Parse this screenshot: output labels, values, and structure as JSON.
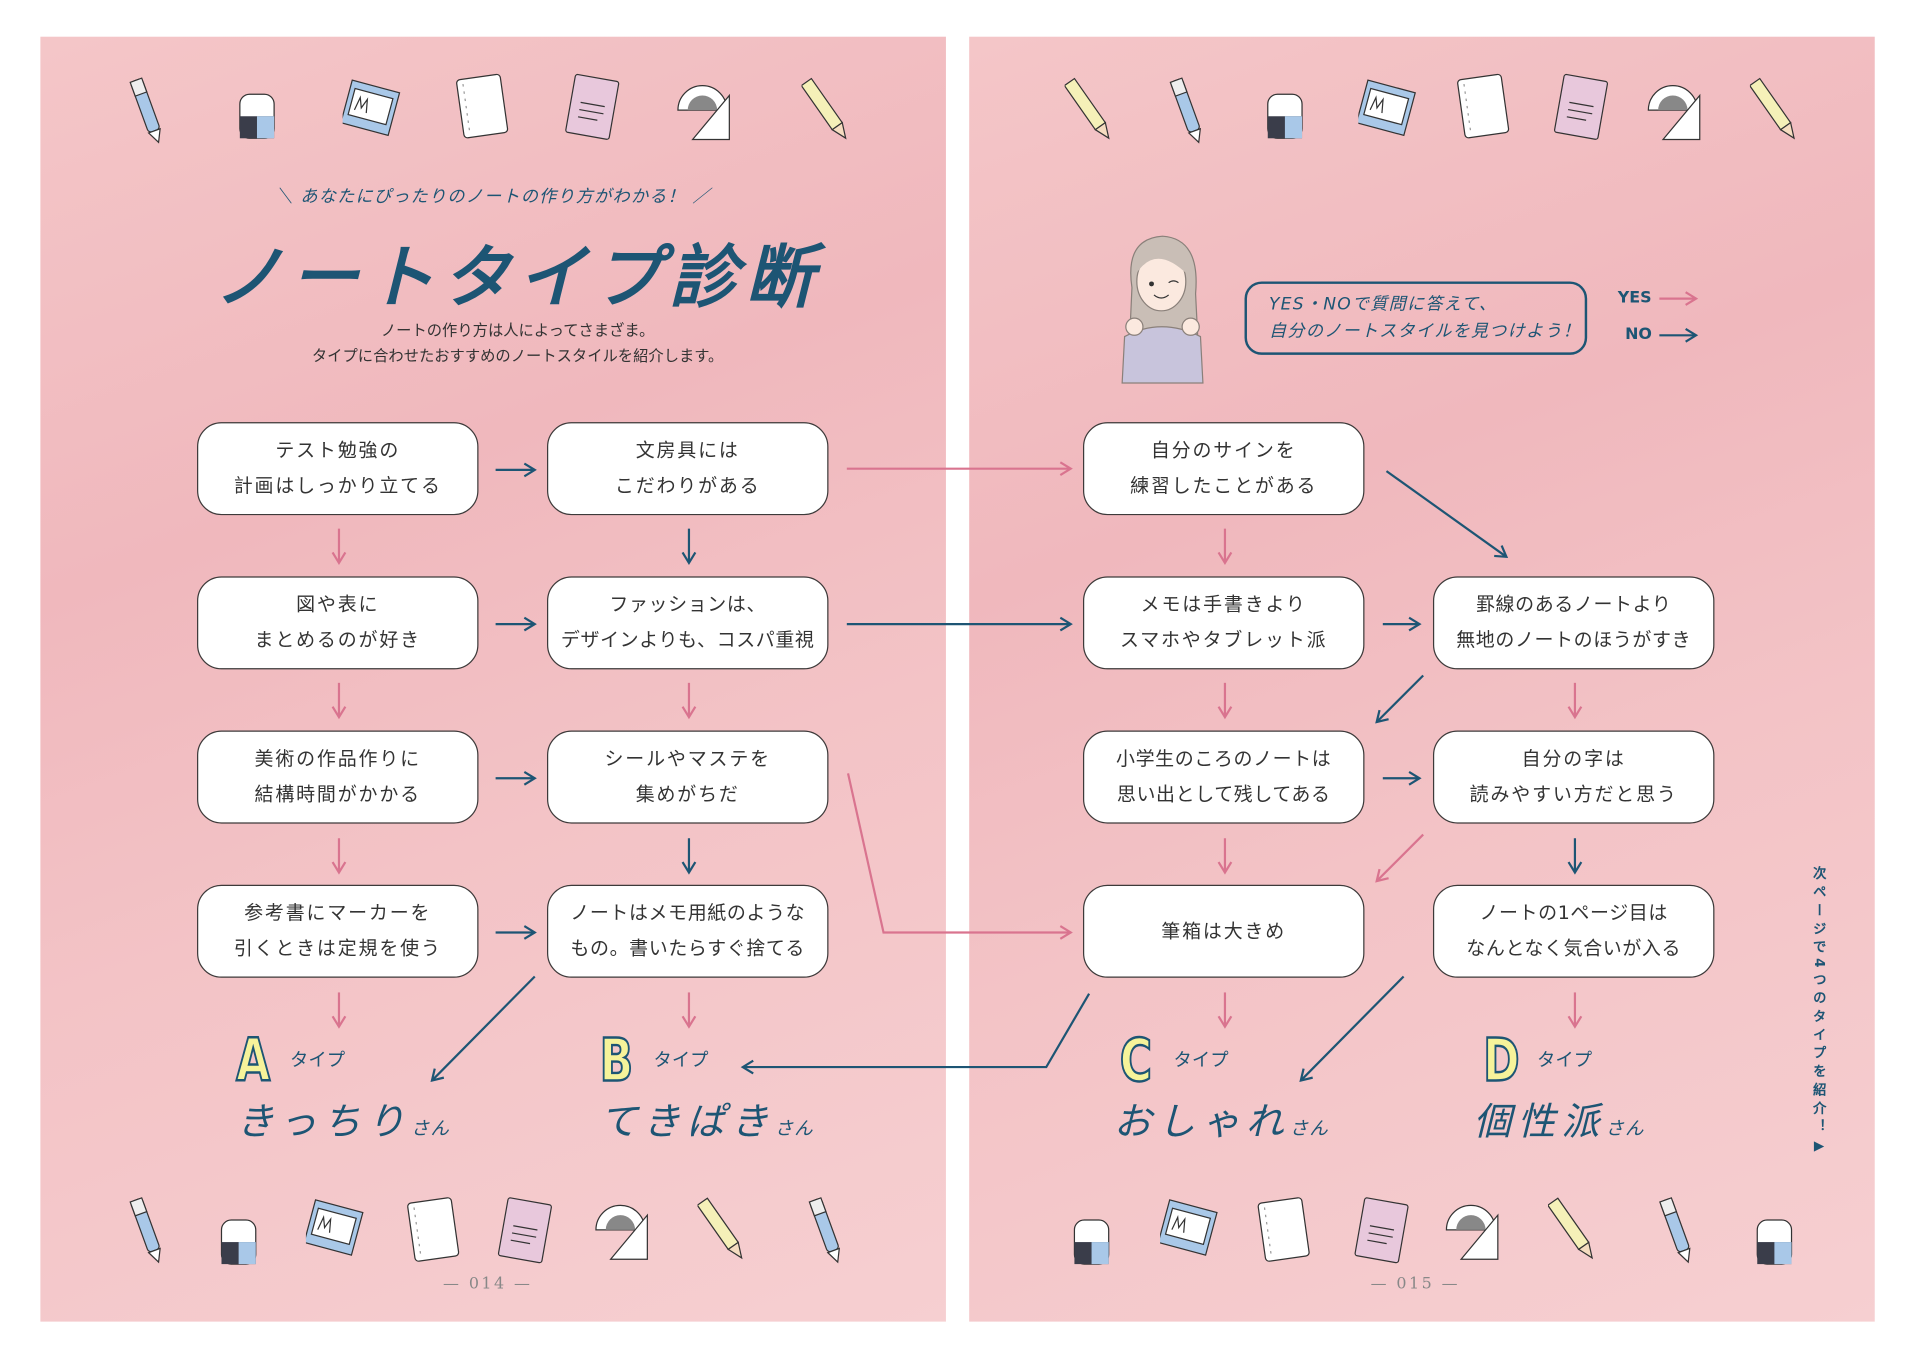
{
  "header": {
    "subtitle": "＼ あなたにぴったりのノートの作り方がわかる！ ／",
    "title": "ノートタイプ診断",
    "description": [
      "ノートの作り方は人によってさまざま。",
      "タイプに合わせたおすすめのノートスタイルを紹介します。"
    ]
  },
  "instructions": {
    "bubble": [
      "YES・NOで質問に答えて、",
      "自分のノートスタイルを見つけよう！"
    ],
    "yes_label": "YES",
    "no_label": "NO"
  },
  "questions": {
    "left_col1": [
      [
        "テスト勉強の",
        "計画はしっかり立てる"
      ],
      [
        "図や表に",
        "まとめるのが好き"
      ],
      [
        "美術の作品作りに",
        "結構時間がかかる"
      ],
      [
        "参考書にマーカーを",
        "引くときは定規を使う"
      ]
    ],
    "left_col2": [
      [
        "文房具には",
        "こだわりがある"
      ],
      [
        "ファッションは、",
        "デザインよりも、コスパ重視"
      ],
      [
        "シールやマステを",
        "集めがちだ"
      ],
      [
        "ノートはメモ用紙のような",
        "もの。書いたらすぐ捨てる"
      ]
    ],
    "right_col1": [
      [
        "自分のサインを",
        "練習したことがある"
      ],
      [
        "メモは手書きより",
        "スマホやタブレット派"
      ],
      [
        "小学生のころのノートは",
        "思い出として残してある"
      ],
      [
        "筆箱は大きめ"
      ]
    ],
    "right_col2": [
      [
        "罫線のあるノートより",
        "無地のノートのほうがすき"
      ],
      [
        "自分の字は",
        "読みやすい方だと思う"
      ],
      [
        "ノートの1ページ目は",
        "なんとなく気合いが入る"
      ]
    ]
  },
  "results": [
    {
      "letter": "A",
      "type": "タイプ",
      "name": "きっちり",
      "suffix": "さん"
    },
    {
      "letter": "B",
      "type": "タイプ",
      "name": "てきぱき",
      "suffix": "さん"
    },
    {
      "letter": "C",
      "type": "タイプ",
      "name": "おしゃれ",
      "suffix": "さん"
    },
    {
      "letter": "D",
      "type": "タイプ",
      "name": "個性派",
      "suffix": "さん"
    }
  ],
  "next_page_note": "次ページで4つのタイプを紹介！▶",
  "page_numbers": [
    "—  014  —",
    "—  015  —"
  ],
  "colors": {
    "yes": "#d9748f",
    "no": "#1d5574",
    "page": "#f3c0c4",
    "letter_fill": "#f6f39a"
  }
}
